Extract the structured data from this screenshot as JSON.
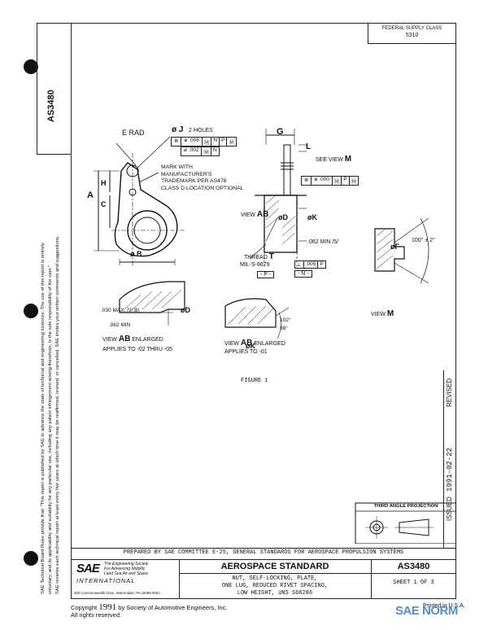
{
  "document": {
    "number": "AS3480",
    "federal_supply_class_label": "FEDERAL SUPPLY CLASS",
    "federal_supply_class_value": "5310",
    "left_notice_line1": "SAE Technical Board Rules provide that: \"This report is published by SAE to advance the state of technical and engineering sciences. The use of this report is entirely",
    "left_notice_line2": "voluntary, and its applicability and suitability for any particular use, including any patent infringement arising therefrom, is the sole responsibility of the user.\"",
    "left_notice_line3": "SAE reviews each technical report at least every five years at which time it may be reaffirmed, revised, or cancelled. SAE invites your written comments and suggestions.",
    "issued_label": "ISSUED",
    "issued_date": "1991-02-22",
    "revised_label": "REVISED"
  },
  "drawing": {
    "e_rad": "E RAD",
    "j_holes_sym": "ø J",
    "j_holes_txt": "2 HOLES",
    "fcf1": [
      "⊕",
      "ø .006",
      "Ⓜ",
      "N",
      "P",
      "Ⓜ"
    ],
    "fcf2": [
      "ø .002",
      "Ⓜ",
      "N"
    ],
    "mark_note": "MARK WITH\nMANUFACTURER'S\nTRADEMARK PER AS478\nCLASS D LOCATION OPTIONAL",
    "dim_a": "A",
    "dim_h": "H",
    "dim_c": "C",
    "dim_b": "ø B",
    "dim_g": "G",
    "dim_l": "L",
    "see_view_m": "SEE VIEW",
    "see_view_m_letter": "M",
    "fcf3": [
      "⊕",
      "ø .000",
      "Ⓜ",
      "P",
      "Ⓜ"
    ],
    "view_ab": "VIEW",
    "view_ab_letters": "AB",
    "dim_d": "øD",
    "dim_k": "øK",
    "dim_062_min": ".062 MIN /5/",
    "thread": "THREAD",
    "thread_letter": "T",
    "thread_spec": "MIL-S-8879",
    "datum_p": "- P -",
    "datum_n": "- N -",
    "fcf4": [
      "⊥",
      ".005",
      "P"
    ],
    "dim_f": "øF",
    "angle_100": "100° ± 2°",
    "view_m": "VIEW",
    "view_m_letter": "M",
    "dim_030": ".030 MAX, /3/ B)",
    "dim_062": ".062 MIN",
    "dim_d2": "øD",
    "dim_k2": "øK",
    "angle_102": "102°",
    "angle_98": "98°",
    "view_ab_enl1_a": "VIEW",
    "view_ab_enl1_b": "AB",
    "view_ab_enl1_c": "ENLARGED",
    "applies_1": "APPLIES TO -02 THRU -05",
    "view_ab_enl2_a": "VIEW",
    "view_ab_enl2_b": "AB",
    "view_ab_enl2_c": "ENLARGED",
    "applies_2": "APPLIES TO -01",
    "figure": "FIGURE 1",
    "third_angle": "THIRD ANGLE PROJECTION"
  },
  "title_block": {
    "prepared_by": "PREPARED BY SAE COMMITTEE E-25, GENERAL STANDARDS FOR AEROSPACE PROPULSION SYSTEMS",
    "sae_logo": "SAE",
    "sae_tag1": "The Engineering Society",
    "sae_tag2": "For Advancing Mobility",
    "sae_tag3": "Land Sea Air and Space",
    "sae_intl": "INTERNATIONAL",
    "sae_address": "400 Commonwealth Drive, Warrendale, PA 15096-0001",
    "standard_title": "AEROSPACE STANDARD",
    "desc_line1": "NUT, SELF-LOCKING, PLATE,",
    "desc_line2": "ONE LUG, REDUCED RIVET SPACING,",
    "desc_line3": "LOW HEIGHT, UNS S66286",
    "doc_no": "AS3480",
    "sheet": "SHEET 1 OF 3"
  },
  "footer": {
    "copyright_a": "Copyright",
    "copyright_year": "1991",
    "copyright_b": "by Society of Automotive Engineers, Inc.",
    "rights": "All rights reserved.",
    "printed": "Printed in U.S.A.",
    "watermark": "SAE NORM"
  }
}
